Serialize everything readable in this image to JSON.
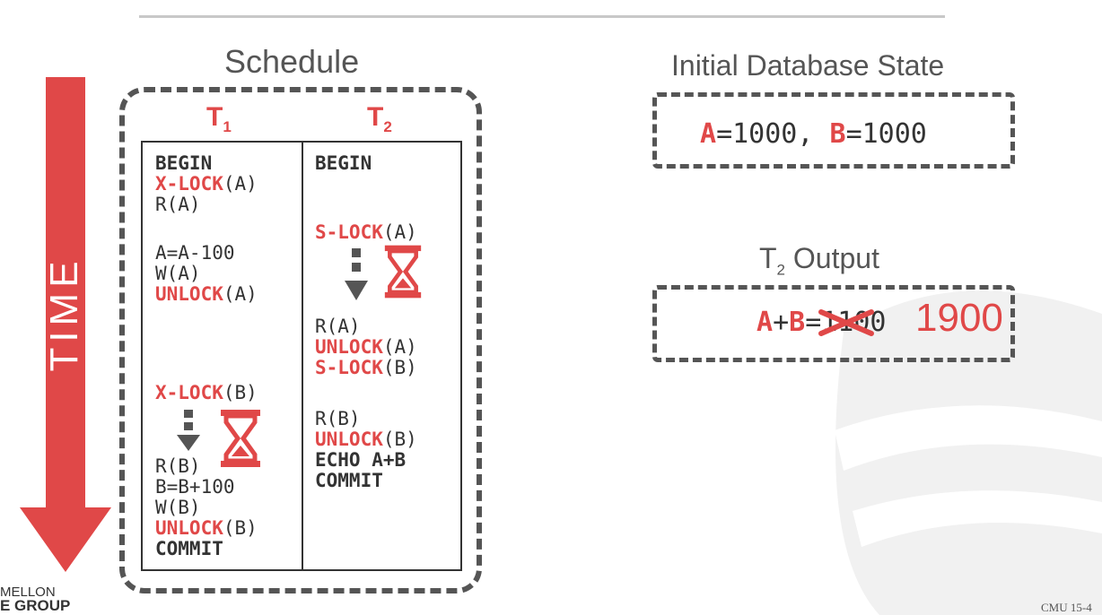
{
  "schedule_title": "Schedule",
  "time_label": "TIME",
  "t1": {
    "main": "T",
    "sub": "1"
  },
  "t2": {
    "main": "T",
    "sub": "2"
  },
  "ops": {
    "t1_begin": "BEGIN",
    "t1_xlock_a_kw": "X-LOCK",
    "t1_xlock_a_arg": "(A)",
    "t1_read_a": "R(A)",
    "t1_compute_a": "A=A-100",
    "t1_write_a": "W(A)",
    "t1_unlock_a_kw": "UNLOCK",
    "t1_unlock_a_arg": "(A)",
    "t1_xlock_b_kw": "X-LOCK",
    "t1_xlock_b_arg": "(B)",
    "t1_read_b": "R(B)",
    "t1_compute_b": "B=B+100",
    "t1_write_b": "W(B)",
    "t1_unlock_b_kw": "UNLOCK",
    "t1_unlock_b_arg": "(B)",
    "t1_commit": "COMMIT",
    "t2_begin": "BEGIN",
    "t2_slock_a_kw": "S-LOCK",
    "t2_slock_a_arg": "(A)",
    "t2_read_a": "R(A)",
    "t2_unlock_a_kw": "UNLOCK",
    "t2_unlock_a_arg": "(A)",
    "t2_slock_b_kw": "S-LOCK",
    "t2_slock_b_arg": "(B)",
    "t2_read_b": "R(B)",
    "t2_unlock_b_kw": "UNLOCK",
    "t2_unlock_b_arg": "(B)",
    "t2_echo": "ECHO A+B",
    "t2_commit": "COMMIT"
  },
  "initial_state": {
    "title": "Initial Database State",
    "a_name": "A",
    "a_val": "=1000, ",
    "b_name": "B",
    "b_val": "=1000"
  },
  "t2_output": {
    "title_main": "T",
    "title_sub": "2",
    "title_rest": " Output",
    "a_name": "A",
    "plus": "+",
    "b_name": "B",
    "eq": "=",
    "old_sum": "1100",
    "new_sum": "1900"
  },
  "footer": {
    "left_line1": "MELLON",
    "left_line2": "E GROUP",
    "right": "CMU 15-4"
  },
  "colors": {
    "accent": "#e04848",
    "text": "#333333",
    "navy": "#33335a"
  },
  "icons": [
    "hourglass-icon",
    "down-arrow-icon",
    "time-arrow-icon",
    "database-logo-icon"
  ]
}
